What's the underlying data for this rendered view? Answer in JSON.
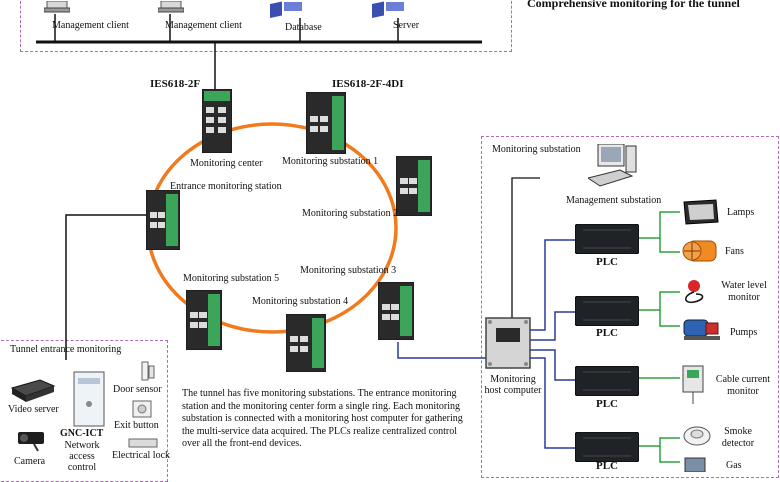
{
  "title": "Comprehensive monitoring for the tunnel",
  "top_devices": {
    "client1": "Management client",
    "client2": "Management client",
    "database": "Database",
    "server": "Server"
  },
  "ring": {
    "switch_center_model": "IES618-2F",
    "switch_sub1_model": "IES618-2F-4DI",
    "monitoring_center": "Monitoring center",
    "substation1": "Monitoring substation 1",
    "substation2": "Monitoring substation 2",
    "substation3": "Monitoring substation 3",
    "substation4": "Monitoring substation 4",
    "substation5": "Monitoring substation 5",
    "entrance_station": "Entrance monitoring station",
    "ring_color": "#f07a1e"
  },
  "substation_panel": {
    "title": "Monitoring substation",
    "management": "Management substation",
    "host": "Monitoring host computer",
    "plc": "PLC",
    "lamps": "Lamps",
    "fans": "Fans",
    "water_level": "Water level monitor",
    "pumps": "Pumps",
    "cable_current": "Cable current monitor",
    "smoke": "Smoke detector",
    "gas": "Gas"
  },
  "entrance_panel": {
    "title": "Tunnel entrance monitoring",
    "video_server": "Video server",
    "camera": "Camera",
    "gnc": "GNC-ICT",
    "gnc_desc": "Network access control",
    "door_sensor": "Door sensor",
    "exit_button": "Exit button",
    "electrical_lock": "Electrical lock"
  },
  "description": "The tunnel has five monitoring substations. The entrance monitoring station and the monitoring center form a single ring. Each monitoring substation is connected with a monitoring host computer for gathering the multi-service data acquired. The PLCs realize centralized control over all the front-end devices."
}
